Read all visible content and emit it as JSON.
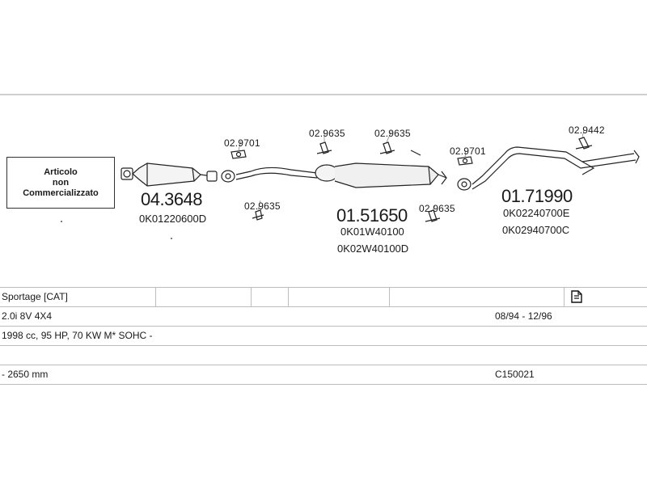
{
  "note": {
    "line1": "Articolo",
    "line2": "non",
    "line3": "Commercializzato"
  },
  "parts": {
    "cat": {
      "number": "04.3648",
      "oe1": "0K01220600D"
    },
    "middle": {
      "number": "01.51650",
      "oe1": "0K01W40100",
      "oe2": "0K02W40100D"
    },
    "rear": {
      "number": "01.71990",
      "oe1": "0K02240700E",
      "oe2": "0K02940700C"
    }
  },
  "accessories": {
    "a1": "02.9701",
    "a2": "02.9635",
    "a3": "02.9635",
    "a4": "02.9635",
    "a5": "02.9635",
    "a6": "02.9701",
    "a7": "02.9442"
  },
  "table": {
    "model": "Sportage  [CAT]",
    "engine": "2.0i  8V 4X4",
    "years": "08/94 - 12/96",
    "spec": "1998 cc, 95 HP, 70 KW M* SOHC -",
    "wheelbase": "- 2650 mm",
    "code": "C150021"
  },
  "icons": [
    "document-icon"
  ]
}
